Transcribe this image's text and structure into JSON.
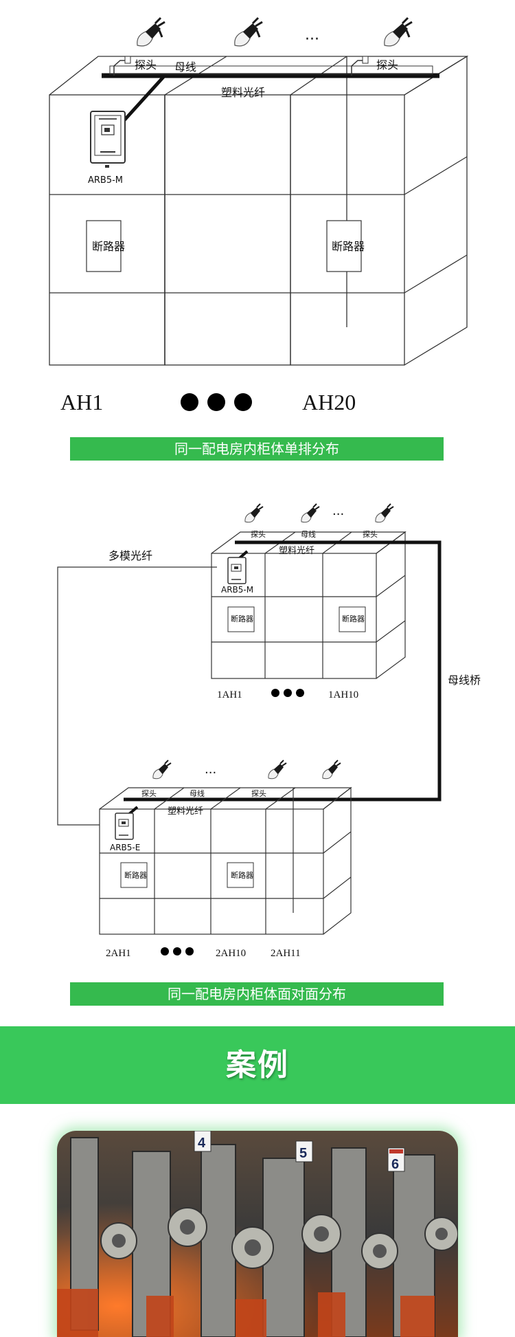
{
  "diagram1": {
    "probe1": "探头",
    "probe2": "探头",
    "busbar": "母线",
    "fiber": "塑料光纤",
    "ellipsis": "···",
    "device": "ARB5-M",
    "breaker1": "断路器",
    "breaker2": "断路器",
    "label_left": "AH1",
    "label_right": "AH20",
    "caption": "同一配电房内柜体单排分布"
  },
  "diagram2": {
    "multimode_fiber": "多模光纤",
    "busbar_bridge": "母线桥",
    "top_group": {
      "probe1": "探头",
      "busbar": "母线",
      "probe2": "探头",
      "fiber": "塑料光纤",
      "ellipsis": "···",
      "device": "ARB5-M",
      "breaker1": "断路器",
      "breaker2": "断路器",
      "label_left": "1AH1",
      "label_right": "1AH10"
    },
    "bottom_group": {
      "probe1": "探头",
      "busbar": "母线",
      "probe2": "探头",
      "fiber": "塑料光纤",
      "ellipsis": "···",
      "device": "ARB5-E",
      "breaker1": "断路器",
      "breaker2": "断路器",
      "label_left": "2AH1",
      "label_mid": "2AH10",
      "label_right": "2AH11"
    },
    "caption": "同一配电房内柜体面对面分布"
  },
  "case_section": {
    "title": "案例",
    "photo_numbers": [
      "4",
      "5",
      "6"
    ]
  },
  "colors": {
    "band_green": "#35ba4e",
    "case_green": "#39c85a"
  }
}
